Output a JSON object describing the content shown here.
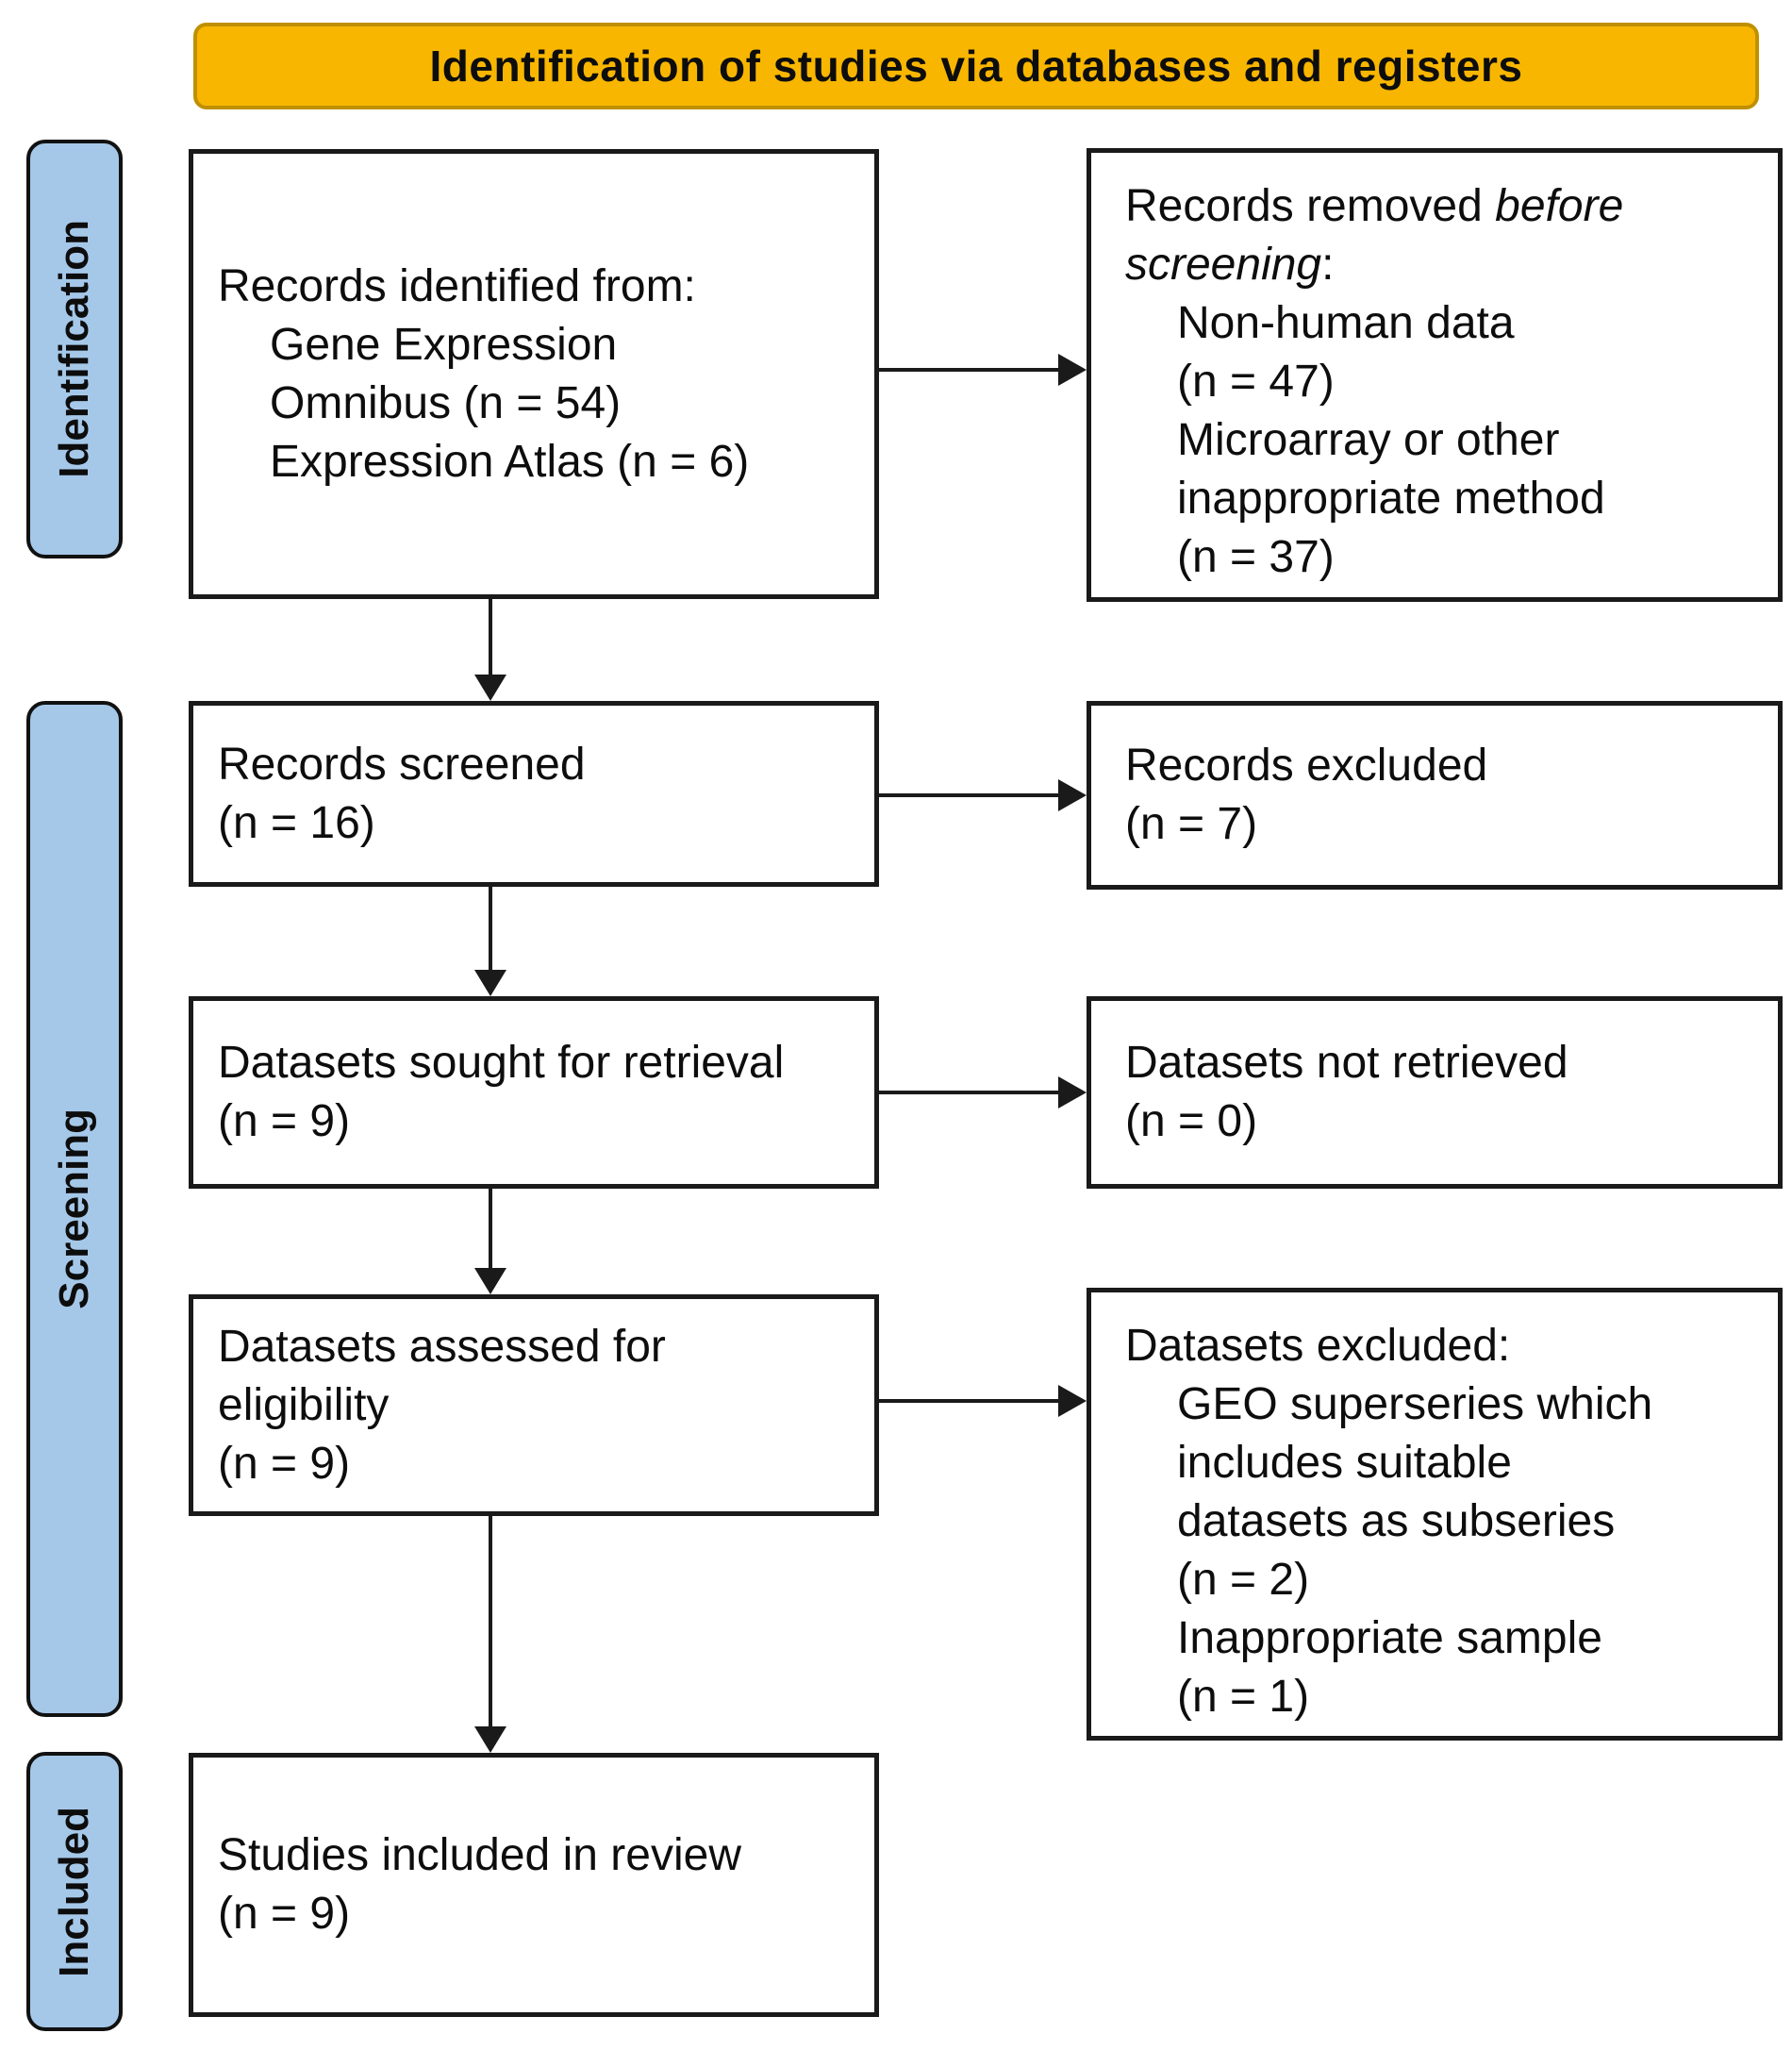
{
  "banner": {
    "title": "Identification of studies via databases and registers"
  },
  "sidebar": {
    "identification": "Identification",
    "screening": "Screening",
    "included": "Included"
  },
  "boxes": {
    "records_identified": {
      "lines": [
        "Records identified from:",
        "Gene Expression",
        "Omnibus (n = 54)",
        "Expression Atlas (n = 6)"
      ]
    },
    "records_removed": {
      "intro_prefix": "Records removed ",
      "intro_italic": "before screening",
      "intro_suffix": ":",
      "lines": [
        "Non-human data",
        "(n = 47)",
        "Microarray or other",
        "inappropriate method",
        "(n = 37)"
      ]
    },
    "records_screened": {
      "lines": [
        "Records screened",
        "(n = 16)"
      ]
    },
    "records_excluded": {
      "lines": [
        "Records excluded",
        "(n = 7)"
      ]
    },
    "datasets_sought": {
      "lines": [
        "Datasets sought for retrieval",
        "(n = 9)"
      ]
    },
    "datasets_not_retrieved": {
      "lines": [
        "Datasets not retrieved",
        "(n = 0)"
      ]
    },
    "datasets_assessed": {
      "lines": [
        "Datasets assessed for",
        "eligibility",
        "(n = 9)"
      ]
    },
    "datasets_excluded": {
      "intro": "Datasets excluded:",
      "lines": [
        "GEO superseries which",
        "includes suitable",
        "datasets as subseries",
        "(n = 2)",
        "Inappropriate sample",
        "(n = 1)"
      ]
    },
    "studies_included": {
      "lines": [
        "Studies included in review",
        "(n = 9)"
      ]
    }
  },
  "colors": {
    "banner_fill": "#f8b600",
    "banner_border": "#bf9000",
    "stage_fill": "#a5c8e9",
    "box_border": "#1a1a1a"
  }
}
